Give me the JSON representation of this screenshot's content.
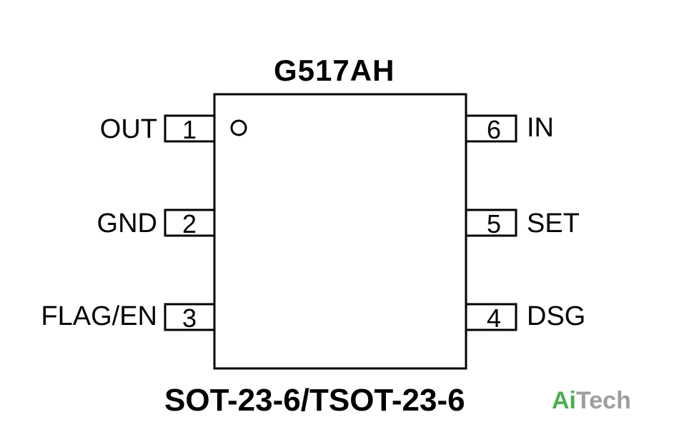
{
  "chip": {
    "name": "G517AH",
    "package": "SOT-23-6/TSOT-23-6"
  },
  "pins": [
    {
      "number": "1",
      "label": "OUT",
      "side": "left"
    },
    {
      "number": "2",
      "label": "GND",
      "side": "left"
    },
    {
      "number": "3",
      "label": "FLAG/EN",
      "side": "left"
    },
    {
      "number": "4",
      "label": "DSG",
      "side": "right"
    },
    {
      "number": "5",
      "label": "SET",
      "side": "right"
    },
    {
      "number": "6",
      "label": "IN",
      "side": "right"
    }
  ],
  "watermark": {
    "prefix": "Ai",
    "suffix": "Tech",
    "prefix_color": "#4caf50",
    "suffix_color": "#9e9e9e"
  },
  "colors": {
    "line": "#000000",
    "background": "#ffffff"
  }
}
